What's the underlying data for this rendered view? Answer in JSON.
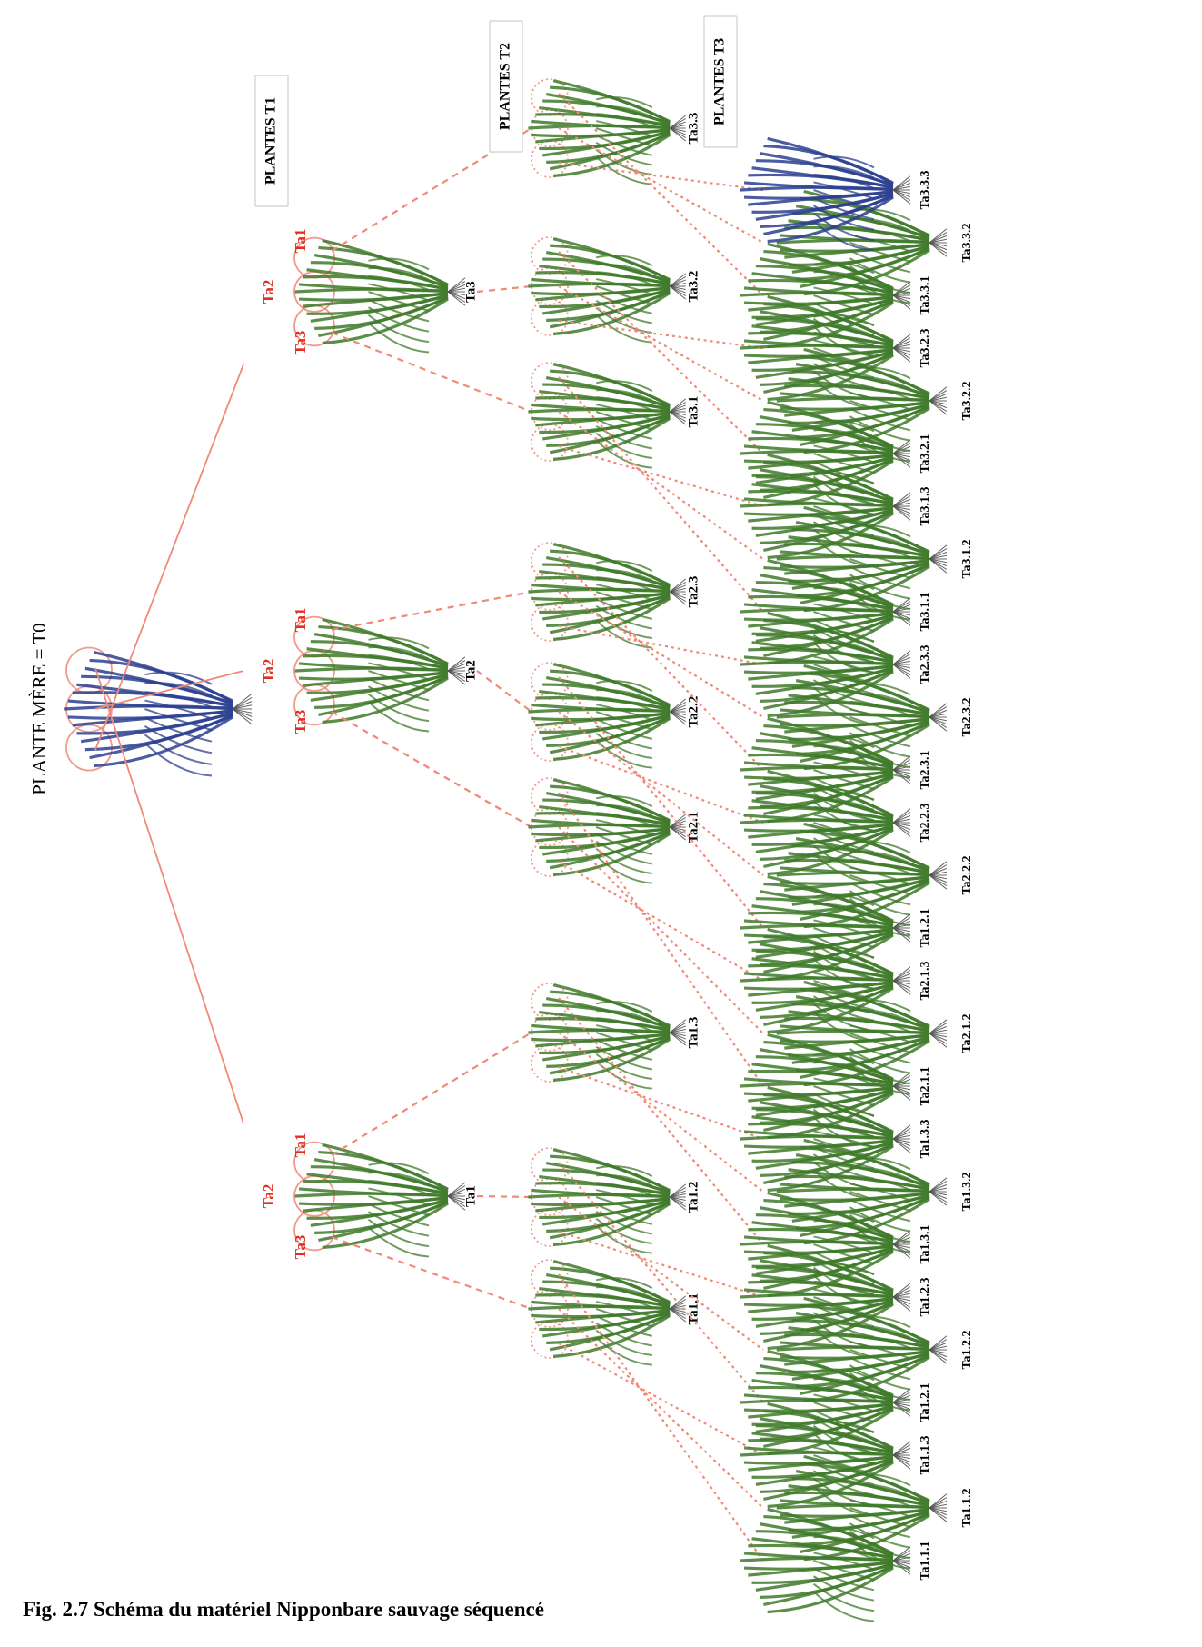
{
  "title": {
    "mother": "PLANTE MÈRE = T0"
  },
  "generations": {
    "t1": "PLANTES T1",
    "t2": "PLANTES T2",
    "t3": "PLANTES T3"
  },
  "tiller_labels": [
    "Ta1",
    "Ta2",
    "Ta3"
  ],
  "t1_plants": [
    "Ta1",
    "Ta2",
    "Ta3"
  ],
  "t2_plants": [
    "Ta1.1",
    "Ta1.2",
    "Ta1.3",
    "Ta2.1",
    "Ta2.2",
    "Ta2.3",
    "Ta3.1",
    "Ta3.2",
    "Ta3.3"
  ],
  "t3_plants": [
    "Ta1.1.1",
    "Ta1.1.2",
    "Ta1.1.3",
    "Ta1.2.1",
    "Ta1.2.2",
    "Ta1.2.3",
    "Ta1.3.1",
    "Ta1.3.2",
    "Ta1.3.3",
    "Ta2.1.1",
    "Ta2.1.2",
    "Ta2.1.3",
    "Ta1.2.1",
    "Ta2.2.2",
    "Ta2.2.3",
    "Ta2.3.1",
    "Ta2.3.2",
    "Ta2.3.3",
    "Ta3.1.1",
    "Ta3.1.2",
    "Ta3.1.3",
    "Ta3.2.1",
    "Ta3.2.2",
    "Ta3.2.3",
    "Ta3.3.1",
    "Ta3.3.2",
    "Ta3.3.3"
  ],
  "caption": "Fig. 2.7 Schéma du matériel Nipponbare sauvage séquencé",
  "colors": {
    "blue_plant": "#2c3f8f",
    "green_plant": "#3f7a2a",
    "line": "#f08a78",
    "tiller_label": "#e03020"
  }
}
